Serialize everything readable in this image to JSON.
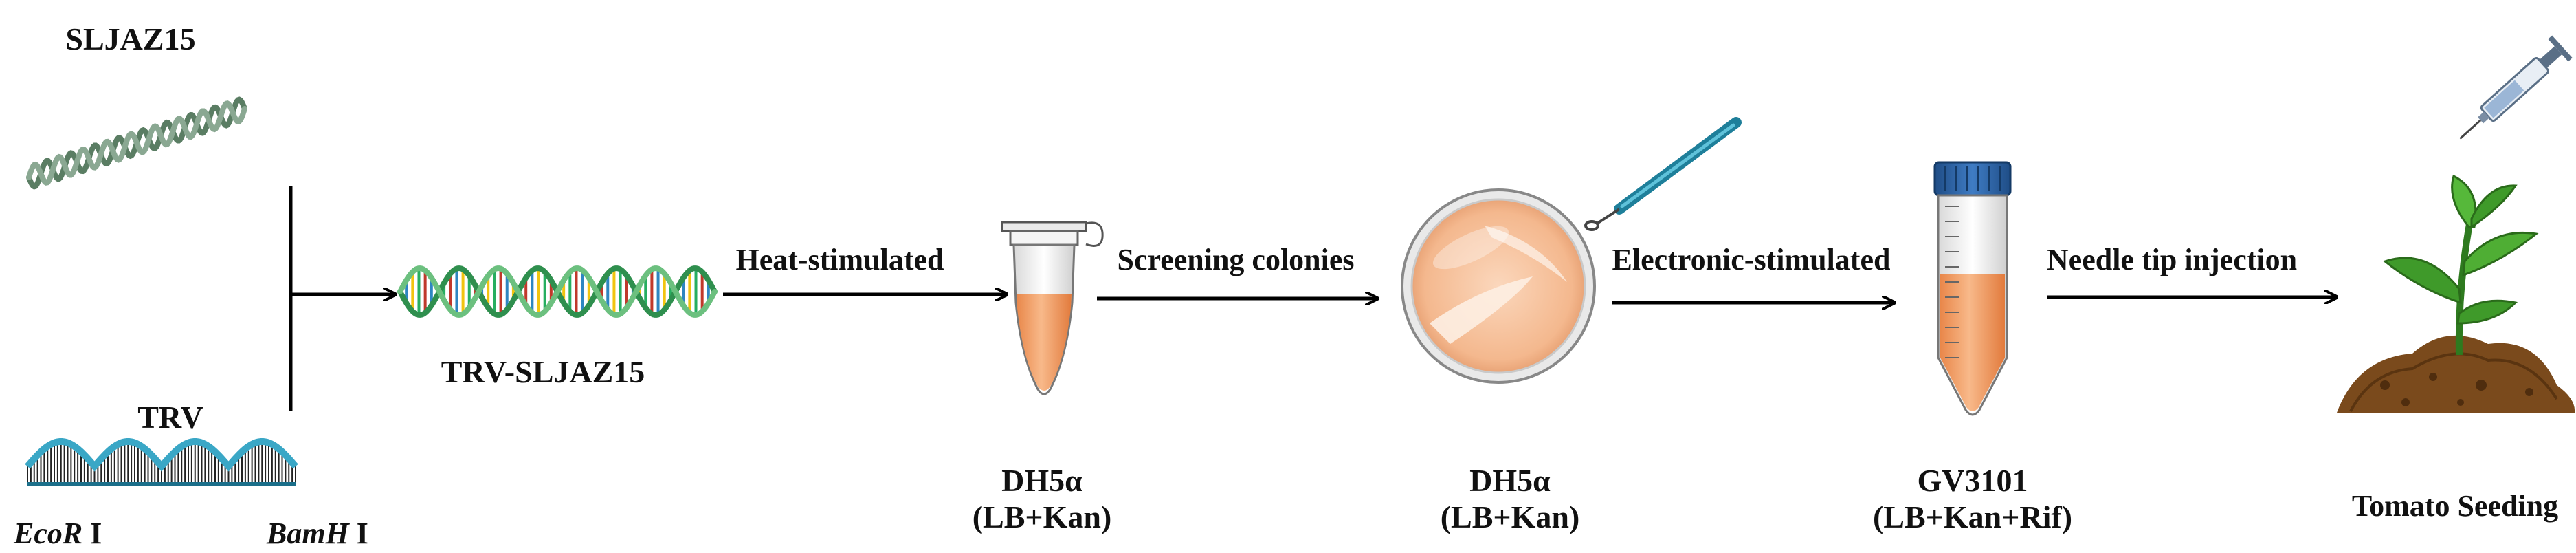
{
  "labels": {
    "sljaz15": "SLJAZ15",
    "trv": "TRV",
    "ecor": "EcoR",
    "ecor_suffix": " I",
    "bamh": "BamH",
    "bamh_suffix": " I",
    "trv_sljaz15": "TRV-SLJAZ15",
    "dh5a_1": "DH5α",
    "dh5a_1_media": "(LB+Kan)",
    "dh5a_2": "DH5α",
    "dh5a_2_media": "(LB+Kan)",
    "gv3101": "GV3101",
    "gv3101_media": "(LB+Kan+Rif)",
    "tomato": "Tomato Seeding"
  },
  "steps": [
    {
      "label": "Heat-stimulated"
    },
    {
      "label": "Screening colonies"
    },
    {
      "label": "Electronic-stimulated"
    },
    {
      "label": "Needle tip injection"
    }
  ],
  "colors": {
    "dna_green": "#5a7d63",
    "dna_blue": "#3aa7c6",
    "liquid_orange": "#f0a066",
    "plate_peach": "#f6c09b",
    "cap_blue": "#2f63a3",
    "plant_green": "#3f9a2a",
    "soil_brown": "#7a4a1c",
    "arrow": "#000000"
  },
  "icons": [
    "dna-helix-icon",
    "tube-icon",
    "petri-dish-icon",
    "loop-icon",
    "falcon-tube-icon",
    "syringe-icon",
    "plant-icon"
  ]
}
